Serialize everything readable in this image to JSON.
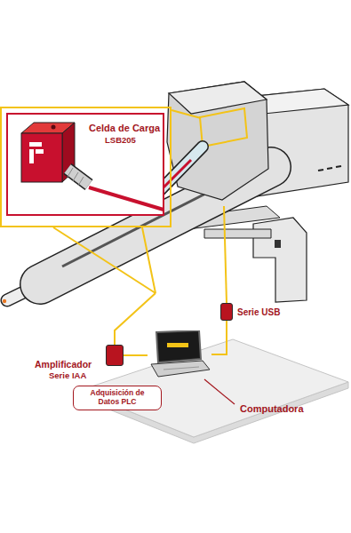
{
  "diagram": {
    "nodes": [
      {
        "text": [
          "Celda de Carga",
          "LSB205"
        ]
      },
      {
        "text": [
          "Serie USB"
        ]
      },
      {
        "text": [
          "Amplificador",
          "Serie IAA"
        ]
      },
      {
        "text": [
          "Adquisición de Datos PLC"
        ]
      },
      {
        "text": [
          "Computadora"
        ]
      }
    ],
    "edges": [
      {
        "from": 2,
        "to": 4,
        "arrow": "none"
      },
      {
        "from": 1,
        "to": 4,
        "arrow": "none"
      }
    ]
  }
}
